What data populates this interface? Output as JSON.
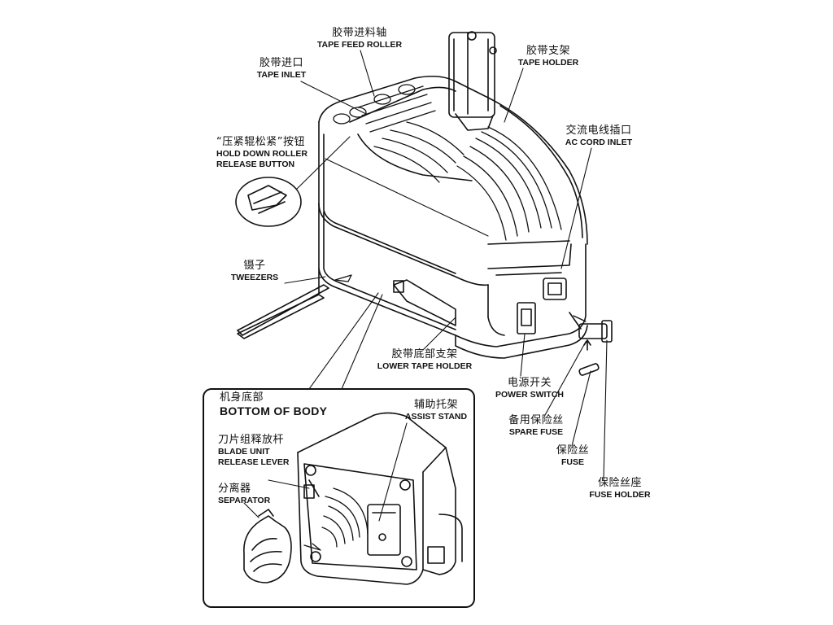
{
  "labels": {
    "tape_feed_roller": {
      "zh": "胶带进料轴",
      "en": "TAPE FEED ROLLER"
    },
    "tape_inlet": {
      "zh": "胶带进口",
      "en": "TAPE INLET"
    },
    "tape_holder": {
      "zh": "胶带支架",
      "en": "TAPE HOLDER"
    },
    "ac_cord_inlet": {
      "zh": "交流电线插口",
      "en": "AC CORD INLET"
    },
    "hold_down_roller": {
      "zh": "“压紧辊松紧”按钮",
      "en1": "HOLD DOWN ROLLER",
      "en2": "RELEASE BUTTON"
    },
    "tweezers": {
      "zh": "镊子",
      "en": "TWEEZERS"
    },
    "lower_tape_holder": {
      "zh": "胶带底部支架",
      "en": "LOWER TAPE HOLDER"
    },
    "power_switch": {
      "zh": "电源开关",
      "en": "POWER SWITCH"
    },
    "spare_fuse": {
      "zh": "备用保险丝",
      "en": "SPARE FUSE"
    },
    "fuse": {
      "zh": "保险丝",
      "en": "FUSE"
    },
    "fuse_holder": {
      "zh": "保险丝座",
      "en": "FUSE HOLDER"
    }
  },
  "inset": {
    "title": {
      "zh": "机身底部",
      "en": "BOTTOM OF BODY"
    },
    "assist_stand": {
      "zh": "辅助托架",
      "en": "ASSIST STAND"
    },
    "blade_unit": {
      "zh": "刀片组释放杆",
      "en1": "BLADE UNIT",
      "en2": "RELEASE LEVER"
    },
    "separator": {
      "zh": "分离器",
      "en": "SEPARATOR"
    }
  }
}
